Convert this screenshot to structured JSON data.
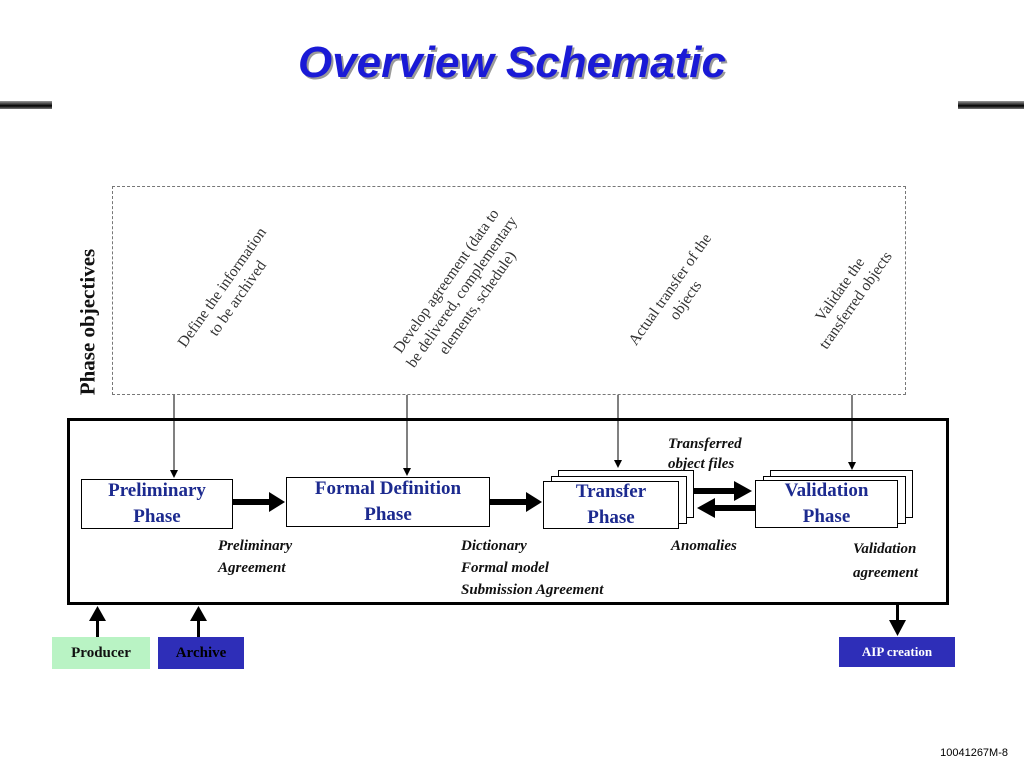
{
  "slide": {
    "title": "Overview Schematic",
    "footer": "10041267M-8"
  },
  "objectives": {
    "heading": "Phase objectives",
    "items": [
      {
        "lines": [
          "Define the information",
          "to be archived"
        ]
      },
      {
        "lines": [
          "Develop agreement (data to",
          "be delivered, complementary",
          "elements, schedule)"
        ]
      },
      {
        "lines": [
          "Actual transfer of the",
          "objects"
        ]
      },
      {
        "lines": [
          "Validate the",
          "transferred objects"
        ]
      }
    ]
  },
  "phases": [
    {
      "line1": "Preliminary",
      "line2": "Phase"
    },
    {
      "line1": "Formal Definition",
      "line2": "Phase"
    },
    {
      "line1": "Transfer",
      "line2": "Phase"
    },
    {
      "line1": "Validation",
      "line2": "Phase"
    }
  ],
  "outputs": {
    "preliminary": [
      "Preliminary",
      "Agreement"
    ],
    "formal_definition": [
      "Dictionary",
      "Formal model",
      "Submission Agreement"
    ],
    "transferred": [
      "Transferred",
      "object files"
    ],
    "anomalies": "Anomalies",
    "validation": [
      "Validation",
      "agreement"
    ]
  },
  "actors": {
    "producer": {
      "label": "Producer",
      "color": "#b9f3c4"
    },
    "archive": {
      "label": "Archive",
      "color": "#2e2eb8"
    },
    "aip": {
      "label": "AIP creation",
      "color": "#2e2eb8"
    }
  },
  "colors": {
    "title": "#1a1ad6",
    "phase_text": "#1c2a8f"
  }
}
